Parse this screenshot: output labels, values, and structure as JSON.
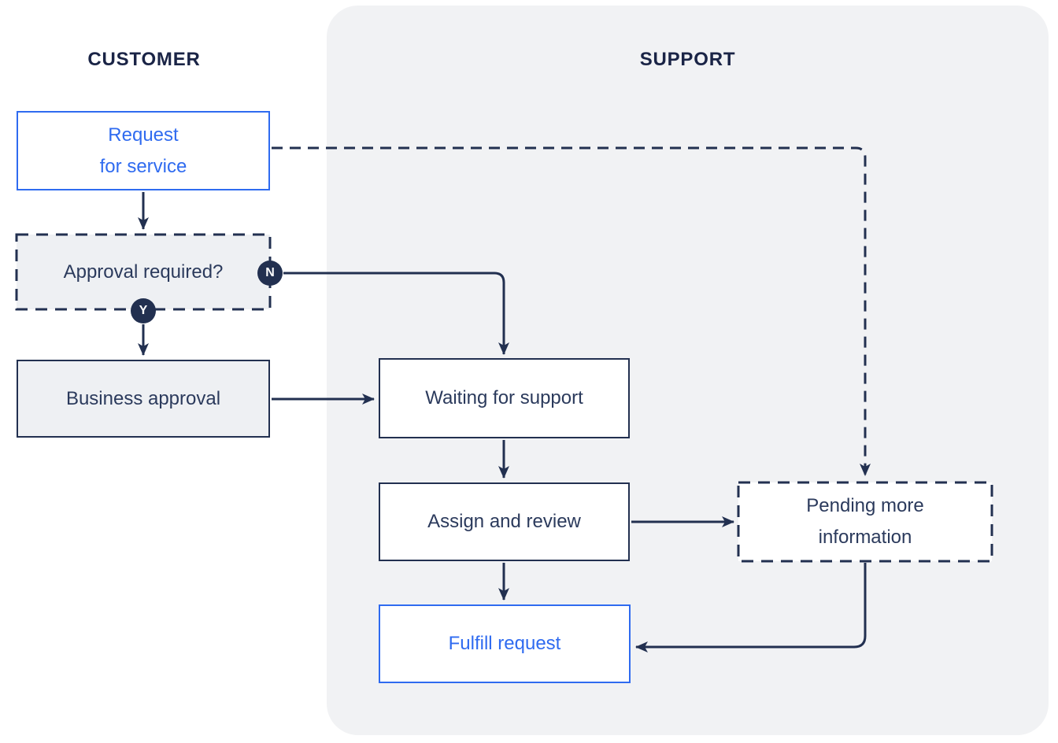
{
  "lanes": {
    "customer": {
      "label": "CUSTOMER"
    },
    "support": {
      "label": "SUPPORT"
    }
  },
  "nodes": {
    "request_for_service": {
      "line1": "Request",
      "line2": "for service"
    },
    "approval_required": {
      "label": "Approval required?"
    },
    "business_approval": {
      "label": "Business approval"
    },
    "waiting_for_support": {
      "label": "Waiting for support"
    },
    "assign_and_review": {
      "label": "Assign and review"
    },
    "pending_more_information": {
      "line1": "Pending more",
      "line2": "information"
    },
    "fulfill_request": {
      "label": "Fulfill request"
    }
  },
  "badges": {
    "no": "N",
    "yes": "Y"
  },
  "colors": {
    "accent_blue": "#2f6bf0",
    "line_navy": "#223050",
    "text_navy": "#2b3a5c",
    "header_navy": "#1a2446",
    "support_panel_gray": "#f1f2f4",
    "box_fill_gray": "#eef0f3",
    "box_fill_white": "#ffffff"
  }
}
